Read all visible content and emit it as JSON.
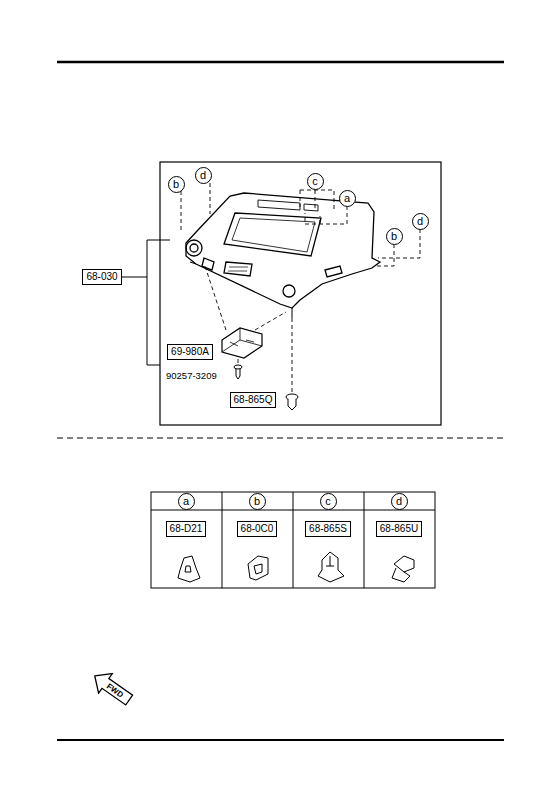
{
  "diagram": {
    "nodes": [
      {
        "text": [
          "b"
        ]
      },
      {
        "text": [
          "d"
        ]
      },
      {
        "text": [
          "c"
        ]
      },
      {
        "text": [
          "a"
        ]
      },
      {
        "text": [
          "d"
        ]
      },
      {
        "text": [
          "b"
        ]
      },
      {
        "text": [
          "68-030"
        ]
      },
      {
        "text": [
          "69-980A"
        ]
      },
      {
        "text": [
          "68-865Q"
        ]
      },
      {
        "text": [
          "a"
        ]
      },
      {
        "text": [
          "b"
        ]
      },
      {
        "text": [
          "c"
        ]
      },
      {
        "text": [
          "d"
        ]
      },
      {
        "text": [
          "68-D21"
        ]
      },
      {
        "text": [
          "68-0C0"
        ]
      },
      {
        "text": [
          "68-865S"
        ]
      },
      {
        "text": [
          "68-865U"
        ]
      },
      {
        "text": [
          "FWD"
        ]
      }
    ],
    "labels": [
      "90257-3209"
    ]
  }
}
